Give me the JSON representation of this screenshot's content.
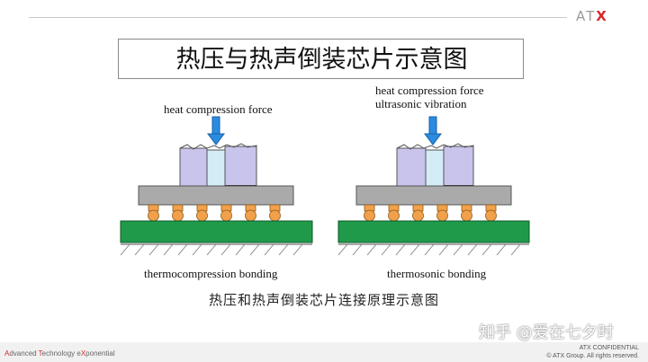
{
  "header": {
    "logo_prefix": "AT",
    "logo_x": "X"
  },
  "title": "热压与热声倒装芯片示意图",
  "left_panel": {
    "force_label": "heat compression force",
    "bottom_label": "thermocompression bonding"
  },
  "right_panel": {
    "force_label_line1": "heat compression force",
    "force_label_line2": "ultrasonic vibration",
    "bottom_label": "thermosonic bonding"
  },
  "caption": "热压和热声倒装芯片连接原理示意图",
  "watermark": "知乎 @爱在七夕时",
  "footer": {
    "left_a": "A",
    "left_b": "dvanced ",
    "left_c": "T",
    "left_d": "echnology e",
    "left_e": "X",
    "left_f": "ponential",
    "right_line1": "ATX CONFIDENTIAL",
    "right_line2": "© ATX Group. All rights reserved."
  },
  "colors": {
    "chip": "#c8c4ec",
    "chip_center": "#d4ecf6",
    "die": "#aaaaaa",
    "bump": "#f2a04a",
    "substrate": "#1f9a4a",
    "arrow": "#2a8ce0"
  }
}
